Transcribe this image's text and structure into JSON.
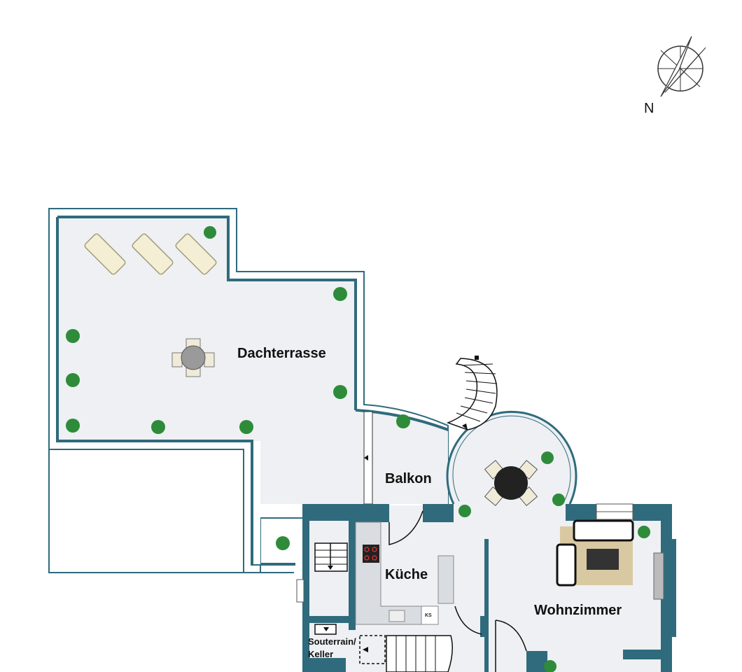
{
  "rooms": {
    "dachterrasse": "Dachterrasse",
    "balkon": "Balkon",
    "kueche": "Küche",
    "wohnzimmer": "Wohnzimmer",
    "souterrain_line1": "Souterrain/",
    "souterrain_line2": "Keller"
  },
  "compass": {
    "label": "N"
  },
  "appliance": {
    "ks": "KS"
  },
  "colors": {
    "wall": "#2f6b7c",
    "floor": "#eef0f3",
    "outline": "#2f6b7c",
    "plant": "#2e8b3a",
    "rug": "#d9c9a3"
  }
}
